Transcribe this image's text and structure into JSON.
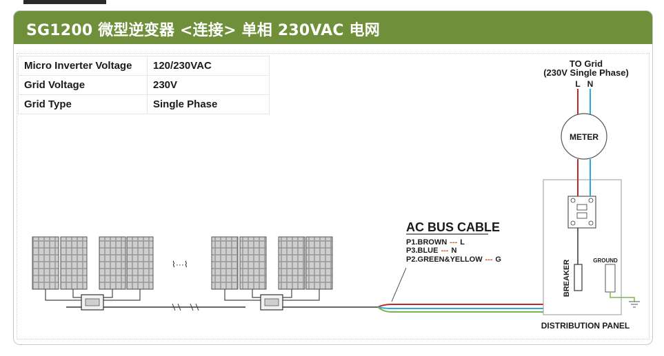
{
  "banner": {
    "title": "SG1200 微型逆变器 <连接> 单相 230VAC 电网"
  },
  "specs": [
    {
      "label": "Micro Inverter Voltage",
      "value": "120/230VAC"
    },
    {
      "label": "Grid  Voltage",
      "value": "230V"
    },
    {
      "label": "Grid Type",
      "value": "Single Phase"
    }
  ],
  "grid": {
    "line1": "TO Grid",
    "line2": "(230V Single Phase)",
    "l": "L",
    "n": "N"
  },
  "meter": {
    "label": "METER"
  },
  "cable": {
    "title": "AC BUS CABLE",
    "p1_prefix": "P1.BROWN",
    "p1_suffix": "L",
    "p3_prefix": "P3.BLUE",
    "p3_suffix": "N",
    "p2_prefix": "P2.GREEN&YELLOW",
    "p2_suffix": "G",
    "dash": "---"
  },
  "panel": {
    "breaker": "BREAKER",
    "ground": "GROUND",
    "label": "DISTRIBUTION PANEL"
  },
  "ellipsis": "⌇···⌇",
  "colors": {
    "banner": "#6f8f3a",
    "brown": "#c0282c",
    "blue": "#2aa9e0",
    "green": "#7ab34b",
    "dash": "#e04b1c"
  }
}
